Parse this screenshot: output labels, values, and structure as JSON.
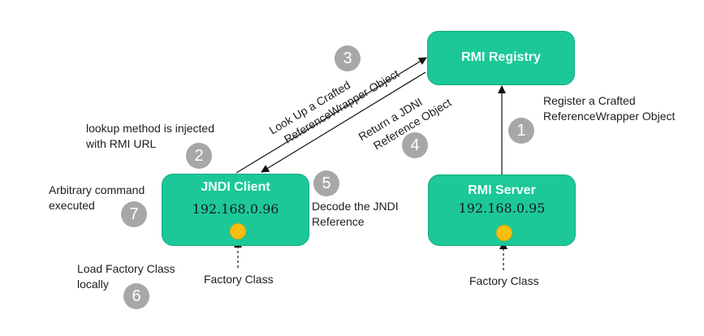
{
  "nodes": {
    "rmi_registry": {
      "title": "RMI Registry"
    },
    "jndi_client": {
      "title": "JNDI Client",
      "ip": "192.168.0.96"
    },
    "rmi_server": {
      "title": "RMI Server",
      "ip": "192.168.0.95"
    }
  },
  "steps": [
    {
      "number": "1",
      "lines": [
        "Register a Crafted",
        "ReferenceWrapper Object"
      ]
    },
    {
      "number": "2",
      "lines": [
        "lookup method is injected",
        "with RMI URL"
      ]
    },
    {
      "number": "3",
      "lines": [
        "Look Up a Crafted",
        "ReferenceWrapper Object"
      ]
    },
    {
      "number": "4",
      "lines": [
        "Return a JDNI",
        "Reference Object"
      ]
    },
    {
      "number": "5",
      "lines": [
        "Decode the JNDI",
        "Reference"
      ]
    },
    {
      "number": "6",
      "lines": [
        "Load Factory Class",
        "locally"
      ]
    },
    {
      "number": "7",
      "lines": [
        "Arbitrary command",
        "executed"
      ]
    }
  ],
  "factory_labels": {
    "client": "Factory Class",
    "server": "Factory Class"
  },
  "colors": {
    "node_fill": "#1cc898",
    "step_badge": "#a7a7a7",
    "factory_dot": "#f9be12"
  }
}
